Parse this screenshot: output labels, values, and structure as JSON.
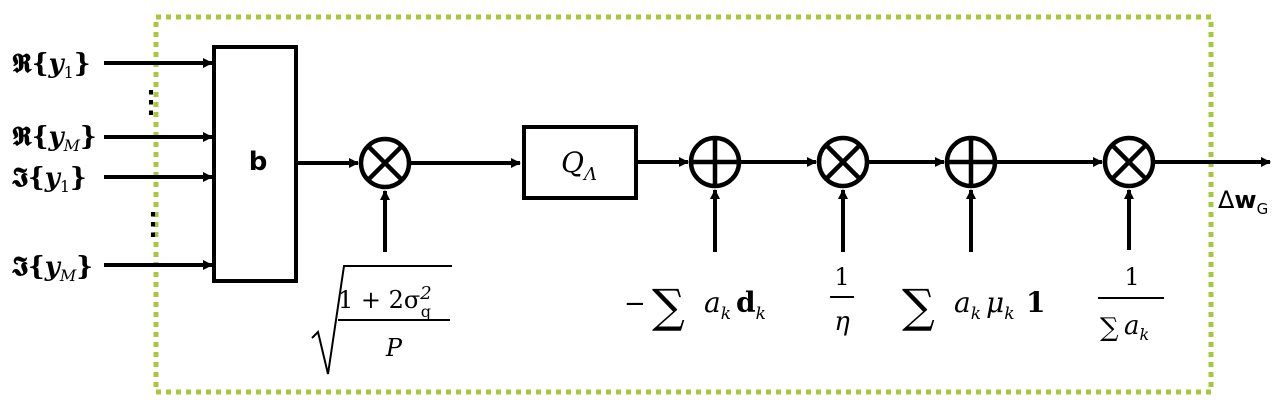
{
  "inputs": [
    {
      "op": "𝕽",
      "var": "y",
      "sub": "1"
    },
    {
      "op": "𝕽",
      "var": "y",
      "sub": "M"
    },
    {
      "op": "𝕴",
      "var": "y",
      "sub": "1"
    },
    {
      "op": "𝕴",
      "var": "y",
      "sub": "M"
    }
  ],
  "dots": "⋮",
  "blocks": {
    "b_label": "b",
    "q_label": "Q",
    "q_sub": "Λ"
  },
  "operators": {
    "multiply": "⊗",
    "add": "⊕"
  },
  "factors": {
    "scale_numerator": "1 + 2σ",
    "scale_sup": "2",
    "scale_sub": "q",
    "scale_denominator": "P",
    "sum_d_prefix": "−",
    "sum_symbol": "∑",
    "a": "a",
    "k": "k",
    "d": "d",
    "one": "1",
    "eta": "η",
    "mu": "μ",
    "bold_one": "1"
  },
  "output": {
    "delta": "Δ",
    "w": "w",
    "sub": "G"
  },
  "colors": {
    "border": "#a6c83c",
    "stroke": "#000000"
  }
}
